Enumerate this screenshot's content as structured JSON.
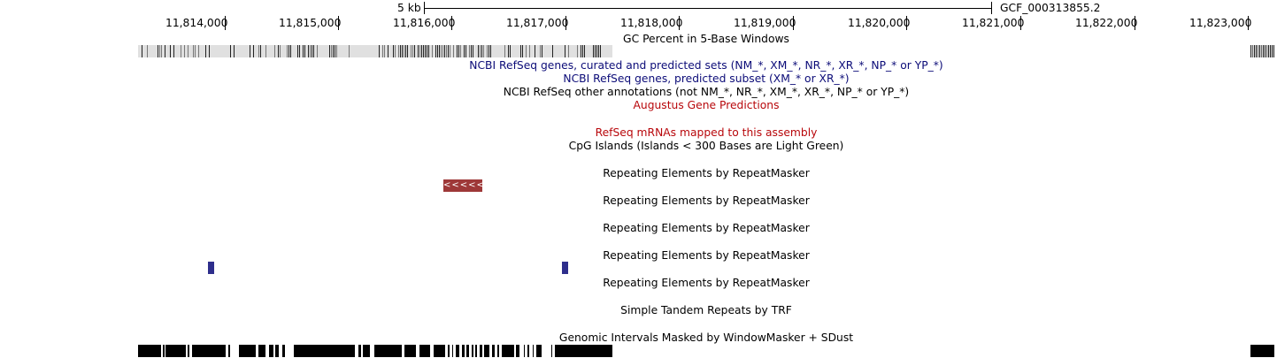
{
  "scale": {
    "size_label": "5 kb",
    "assembly": "GCF_000313855.2"
  },
  "ruler": {
    "ticks": [
      "11,814,000",
      "11,815,000",
      "11,816,000",
      "11,817,000",
      "11,818,000",
      "11,819,000",
      "11,820,000",
      "11,821,000",
      "11,822,000",
      "11,823,000"
    ]
  },
  "tracks": {
    "gc_percent": "GC Percent in 5-Base Windows",
    "refseq_curated": "NCBI RefSeq genes, curated and predicted sets (NM_*, XM_*, NR_*, XR_*, NP_* or YP_*)",
    "refseq_predicted": "NCBI RefSeq genes, predicted subset (XM_* or XR_*)",
    "refseq_other": "NCBI RefSeq other annotations (not NM_*, NR_*, XM_*, XR_*, NP_* or YP_*)",
    "augustus": "Augustus Gene Predictions",
    "refseq_mrna": "RefSeq mRNAs mapped to this assembly",
    "cpg": "CpG Islands (Islands < 300 Bases are Light Green)",
    "rmsk_1": "Repeating Elements by RepeatMasker",
    "rmsk_2": "Repeating Elements by RepeatMasker",
    "rmsk_3": "Repeating Elements by RepeatMasker",
    "rmsk_4": "Repeating Elements by RepeatMasker",
    "rmsk_5": "Repeating Elements by RepeatMasker",
    "trf": "Simple Tandem Repeats by TRF",
    "windowmasker": "Genomic Intervals Masked by WindowMasker + SDust"
  },
  "colors": {
    "navy": "#0c0c78",
    "red": "#b8070b",
    "augustus_feature": "#9e3838",
    "rmsk_feature": "#2e2e8c",
    "gc_background": "#e0e0e0"
  },
  "features": {
    "augustus_strand": "<<<<<"
  }
}
